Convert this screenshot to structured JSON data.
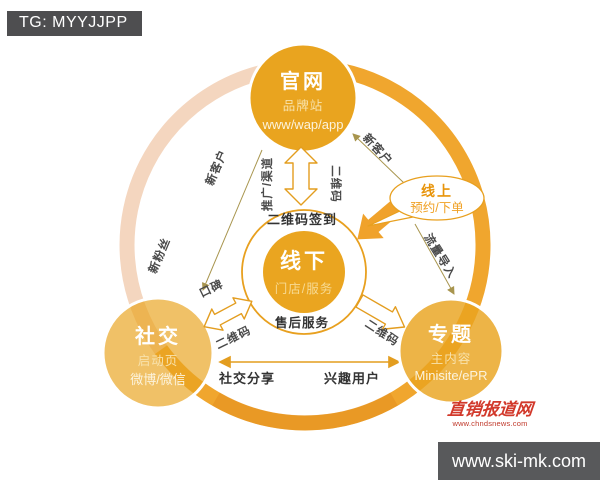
{
  "header_badge": {
    "text": "TG: MYYJJPP"
  },
  "footer": {
    "site_url": "www.ski-mk.com"
  },
  "source_logo": {
    "name": "直销报道网",
    "url": "www.chndsnews.com"
  },
  "colors": {
    "primary_orange": "#E9A41F",
    "ring_orange": "#F0A62E",
    "ring_peach": "#F4D6BF",
    "bar_gray": "#58595B",
    "label_dark": "#3A3A3A",
    "logo_red": "#D2392B"
  },
  "diagram": {
    "website": {
      "title": "官网",
      "subtitle": "品牌站",
      "detail": "www/wap/app"
    },
    "offline": {
      "title": "线下",
      "subtitle": "门店/服务",
      "top_label": "二维码签到",
      "bottom_label": "售后服务"
    },
    "social": {
      "title": "社交",
      "subtitle": "启动页",
      "detail": "微博/微信"
    },
    "topic": {
      "title": "专题",
      "subtitle": "主内容",
      "detail": "Minisite/ePR"
    },
    "bubble": {
      "title": "线上",
      "subtitle": "预约/下单"
    },
    "labels": {
      "promo_channel": "推广/渠道",
      "qr_vertical": "二维码",
      "new_customer_left": "新客户",
      "new_fans": "新粉丝",
      "new_customer_right": "新客户",
      "traffic_import": "流量导入",
      "word_of_mouth": "口碑",
      "qr_social": "二维码",
      "qr_topic": "二维码",
      "social_share": "社交分享",
      "interest_users": "兴趣用户"
    }
  }
}
